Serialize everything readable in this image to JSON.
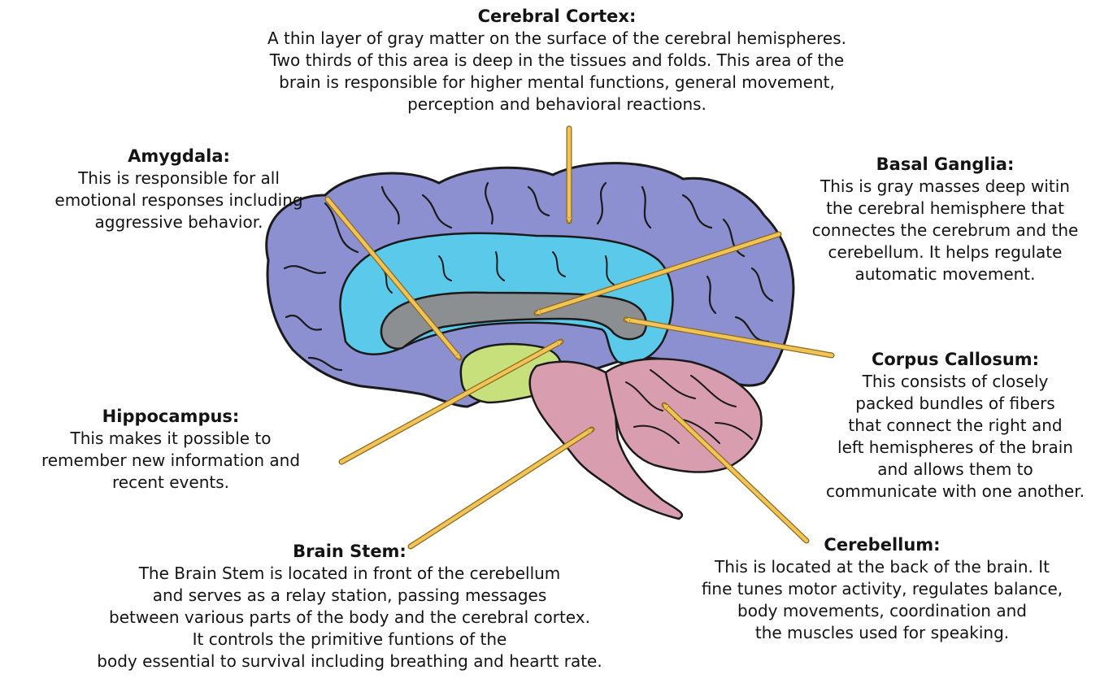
{
  "colors": {
    "cortex": "#8c8fd0",
    "limbic": "#5bc9ea",
    "corpus_callosum": "#8b8f91",
    "thalamus": "#c7e07c",
    "brain_stem": "#d99db0",
    "cerebellum": "#d99db0",
    "outline": "#1a1a1a",
    "arrow": "#f2c457",
    "arrow_outline": "#8a6a1e"
  },
  "labels": {
    "cerebral_cortex": {
      "title": "Cerebral Cortex:",
      "body": "A thin layer of gray matter on the surface of the cerebral hemispheres.\nTwo thirds of this area is deep in the tissues and folds. This area of the\nbrain is responsible for higher mental functions, general movement,\nperception and behavioral reactions."
    },
    "amygdala": {
      "title": "Amygdala:",
      "body": "This is responsible for all\nemotional responses including\naggressive behavior."
    },
    "basal_ganglia": {
      "title": "Basal Ganglia:",
      "body": "This is gray masses deep witin\nthe cerebral hemisphere that\nconnectes the cerebrum and the\ncerebellum. It helps regulate\nautomatic movement."
    },
    "corpus_callosum": {
      "title": "Corpus Callosum:",
      "body": "This consists of closely\npacked bundles of fibers\nthat connect the right and\nleft hemispheres of the brain\nand allows them to\ncommunicate with one another."
    },
    "hippocampus": {
      "title": "Hippocampus:",
      "body": "This makes it possible to\nremember new information and\nrecent events."
    },
    "brain_stem": {
      "title": "Brain Stem:",
      "body": "The Brain Stem is located in front of the cerebellum\nand serves as a relay station, passing messages\nbetween various parts of the body and the cerebral cortex.\nIt controls the primitive funtions of the\nbody essential to survival including breathing and heartt rate."
    },
    "cerebellum": {
      "title": "Cerebellum:",
      "body": "This is located at the back of the brain. It\nfine tunes motor activity, regulates balance,\nbody movements, coordination and\nthe muscles used for speaking."
    }
  }
}
